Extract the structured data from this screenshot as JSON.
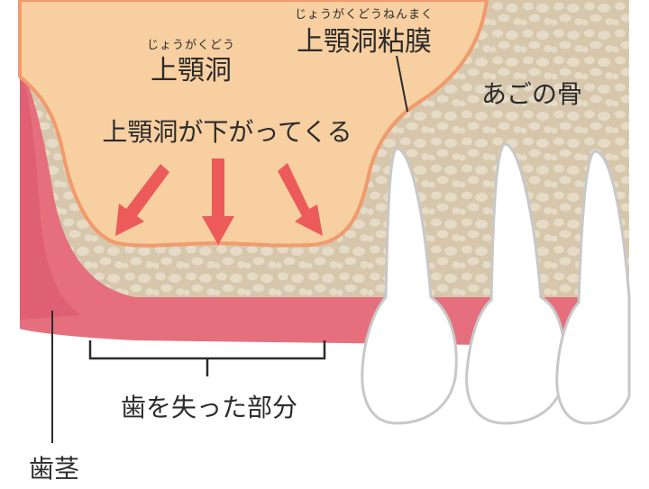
{
  "labels": {
    "sinus_ruby": "じょうがくどう",
    "sinus": "上顎洞",
    "membrane_ruby": "じょうがくどうねんまく",
    "membrane": "上顎洞粘膜",
    "bone": "あごの骨",
    "sinus_drop": "上顎洞が下がってくる",
    "missing_area": "歯を失った部分",
    "gum": "歯茎"
  },
  "colors": {
    "sinus_fill": "#f8cfa0",
    "membrane_line": "#f19a6b",
    "bone_fill": "#d6c7ac",
    "bone_cell": "#e6dbc6",
    "gum": "#e56f7c",
    "gum_dark": "#d9536a",
    "tooth_fill": "#ffffff",
    "tooth_line": "#c8c8c8",
    "arrow": "#ec5a5a",
    "text": "#2b2b2b"
  },
  "icons": [
    "down-arrow-icon"
  ]
}
